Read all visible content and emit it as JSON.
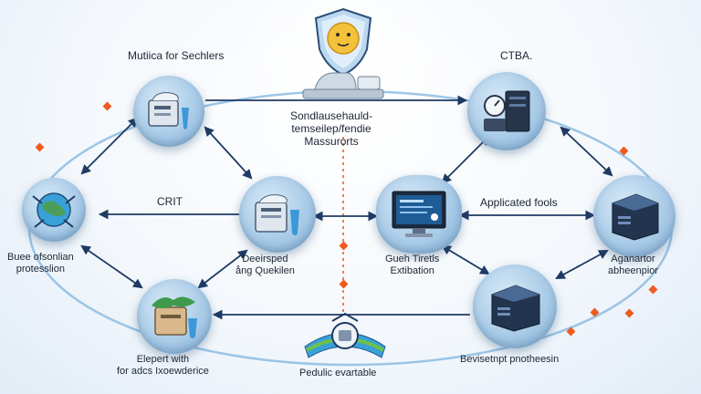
{
  "labels": {
    "top_left": "Mutiica for Sechlers",
    "top_right": "CTBA.",
    "center_top": [
      "Sondlausehauld-",
      "temseilep/fendie",
      "Massurorts"
    ],
    "left_mid": "CRIT",
    "right_mid": "Applicated fools",
    "left_node": [
      "Buee ofsonlian",
      "protesslion"
    ],
    "center_left": [
      "Deeirsped",
      "ång Quekilen"
    ],
    "center_right": [
      "Gueh Tiretls",
      "Extibation"
    ],
    "right_node": [
      "Aganartor",
      "abheenpior"
    ],
    "bottom_left": [
      "Elepert with",
      "for adcs Ixoewderice"
    ],
    "bottom_center": "Pedulic evartable",
    "bottom_right": "Bevisetnpt pnotheesin"
  },
  "icons": {
    "shield": "face-shield-icon",
    "top_left_node": "server-cooler-icon",
    "top_right_node": "server-rack-gauge-icon",
    "left_node": "globe-network-icon",
    "center_left_node": "server-flask-icon",
    "center_right_node": "monitor-icon",
    "right_node": "server-block-icon",
    "bottom_left_node": "plant-server-icon",
    "bottom_right_node": "server-block-icon",
    "bottom_center": "badge-icon"
  },
  "colors": {
    "arrow": "#1f3a63",
    "node_blue": "#a9cbe7",
    "orbit": "#7db4df",
    "accent_dot": "#ef5a1f",
    "dashed_line": "#e3562a"
  }
}
